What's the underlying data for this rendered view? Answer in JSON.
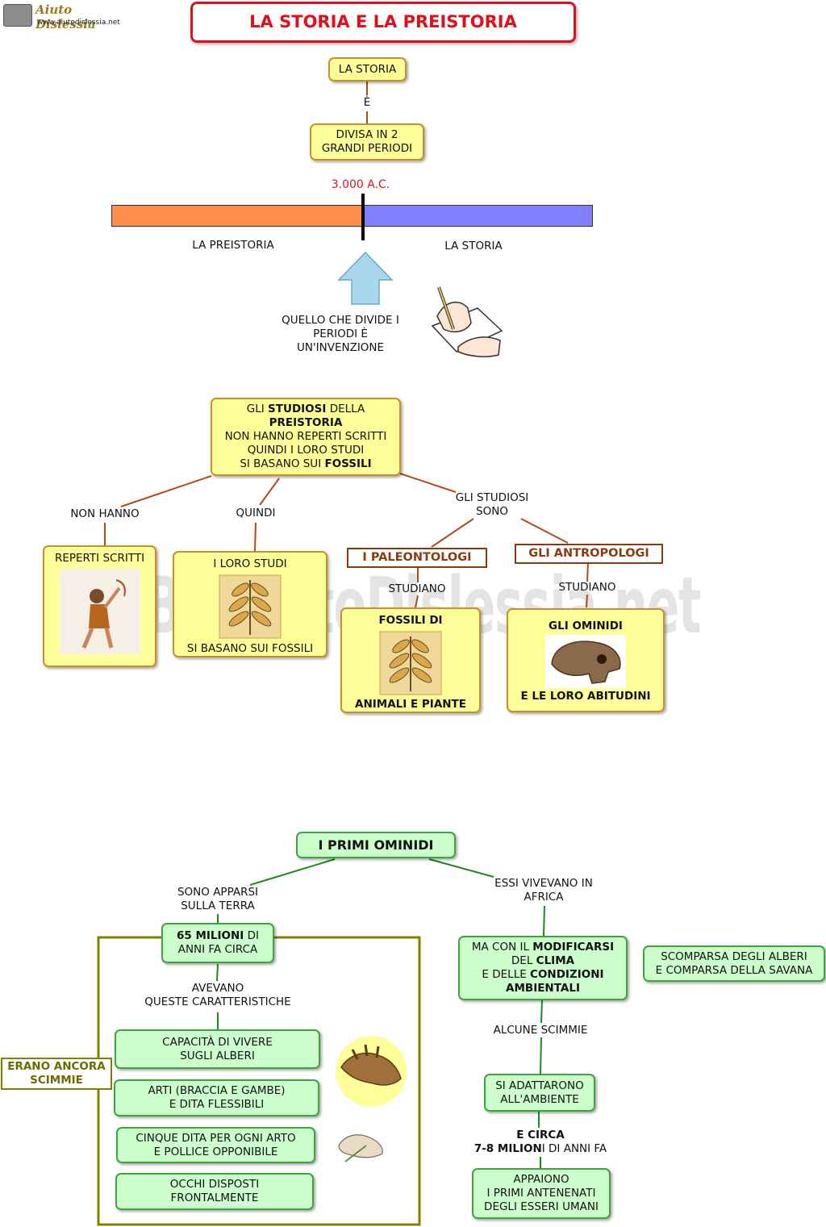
{
  "logo": {
    "brand": "Aiuto Dislessia",
    "url": "www.aiutodislessia.net"
  },
  "watermark": "By AiutoDislessia.net",
  "title": "LA STORIA E LA PREISTORIA",
  "section1": {
    "storia": "LA STORIA",
    "e": "È",
    "divisa": [
      "DIVISA IN 2",
      "GRANDI PERIODI"
    ],
    "date": "3.000 A.C.",
    "left_period": "LA PREISTORIA",
    "right_period": "LA STORIA",
    "invention": [
      "QUELLO CHE DIVIDE I",
      "PERIODI È",
      "UN'INVENZIONE"
    ]
  },
  "section2": {
    "studiosi": {
      "l1a": "GLI ",
      "l1b": "STUDIOSI",
      "l1c": " DELLA",
      "l2": "PREISTORIA",
      "l3": "NON HANNO REPERTI SCRITTI",
      "l4": "QUINDI I LORO STUDI",
      "l5a": "SI BASANO SUI ",
      "l5b": "FOSSILI"
    },
    "non_hanno": "NON HANNO",
    "quindi": "QUINDI",
    "gli_studiosi_sono": [
      "GLI STUDIOSI",
      "SONO"
    ],
    "reperti": "REPERTI SCRITTI",
    "loro_studi_top": "I LORO STUDI",
    "loro_studi_bottom": "SI BASANO SUI FOSSILI",
    "paleontologi": "I PALEONTOLOGI",
    "antropologi": "GLI ANTROPOLOGI",
    "studiano_1": "STUDIANO",
    "studiano_2": "STUDIANO",
    "fossili_top": "FOSSILI DI",
    "fossili_bottom": "ANIMALI E PIANTE",
    "ominidi_top": "GLI OMINIDI",
    "ominidi_bottom": "E LE LORO ABITUDINI"
  },
  "section3": {
    "title": "I PRIMI OMINIDI",
    "sono_apparsi": [
      "SONO APPARSI",
      "SULLA TERRA"
    ],
    "essi_vivevano": [
      "ESSI VIVEVANO IN",
      "AFRICA"
    ],
    "milioni_b": "65 MILIONI",
    "milioni_r": " DI",
    "milioni_l2": "ANNI FA CIRCA",
    "avevano": [
      "AVEVANO",
      "QUESTE CARATTERISTICHE"
    ],
    "erano": [
      "ERANO ANCORA",
      "SCIMMIE"
    ],
    "chars": [
      [
        "CAPACITÀ DI VIVERE",
        "SUGLI   ALBERI"
      ],
      [
        "ARTI (BRACCIA E GAMBE)",
        "E DITA FLESSIBILI"
      ],
      [
        "CINQUE  DITA  PER OGNI ARTO",
        "E POLLICE OPPONIBILE"
      ],
      [
        "OCCHI DISPOSTI",
        "FRONTALMENTE"
      ]
    ],
    "clima": {
      "l1a": "MA CON IL ",
      "l1b": "MODIFICARSI",
      "l2a": "DEL ",
      "l2b": "CLIMA",
      "l3a": "E DELLE ",
      "l3b": "CONDIZIONI",
      "l4": "AMBIENTALI"
    },
    "scomparsa": [
      "SCOMPARSA DEGLI ALBERI",
      "E COMPARSA DELLA SAVANA"
    ],
    "alcune": "ALCUNE SCIMMIE",
    "adattarono": [
      "SI ADATTARONO",
      "ALL'AMBIENTE"
    ],
    "circa_l1": "E CIRCA",
    "circa_b": "7-8 MILION",
    "circa_r": "I DI ANNI FA",
    "appaiono": [
      "APPAIONO",
      "I PRIMI ANTENENATI",
      "DEGLI ESSERI UMANI"
    ]
  }
}
